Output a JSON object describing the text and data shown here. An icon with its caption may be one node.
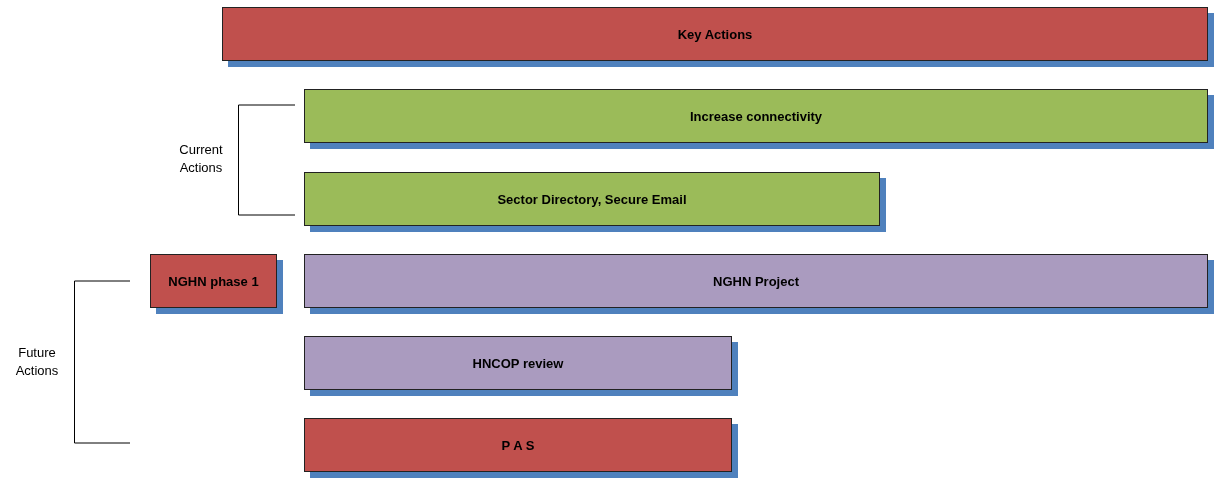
{
  "diagram": {
    "nodes": [
      {
        "text": [
          "Key Actions"
        ]
      },
      {
        "text": [
          "Increase connectivity"
        ]
      },
      {
        "text": [
          "Sector Directory, Secure Email"
        ]
      },
      {
        "text": [
          "NGHN phase 1"
        ]
      },
      {
        "text": [
          "NGHN Project"
        ]
      },
      {
        "text": [
          "HNCOP review"
        ]
      },
      {
        "text": [
          "P A S"
        ]
      }
    ],
    "labels": [
      "Current Actions",
      "Future Actions"
    ]
  }
}
